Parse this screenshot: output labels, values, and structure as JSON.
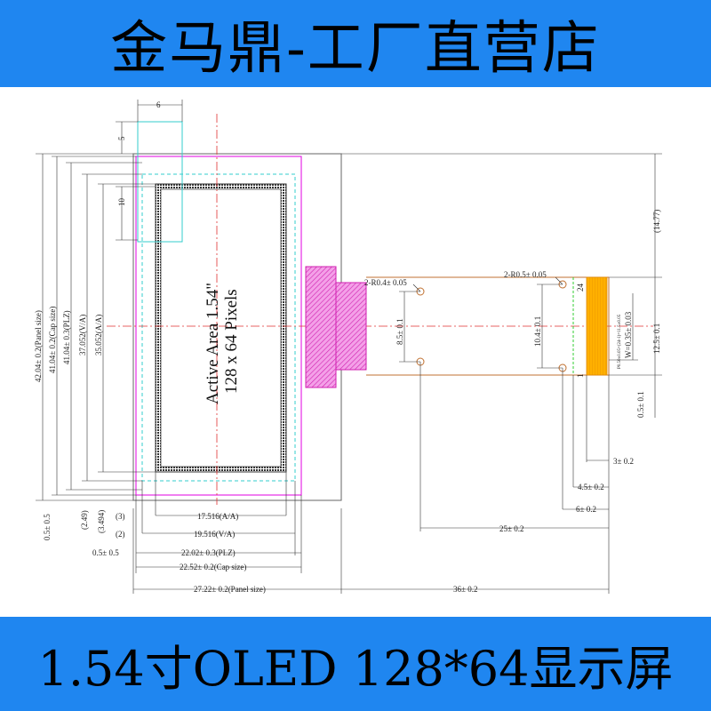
{
  "header": {
    "title": "金马鼎-工厂直营店"
  },
  "footer": {
    "caption": "1.54寸OLED 128*64显示屏"
  },
  "drawing": {
    "active_area_line1": "Active Area 1.54\"",
    "active_area_line2": "128 x 64 Pixels",
    "dims": {
      "d6": "6",
      "d5": "5",
      "d10": "10",
      "panel_h": "42.04± 0.2(Panel size)",
      "cap_h": "41.04± 0.2(Cap size)",
      "plz_h": "41.04± 0.3(PLZ)",
      "va_h": "37.052(V/A)",
      "aa_h": "35.052(A/A)",
      "d05l": "0.5± 0.5",
      "d249": "(2.49)",
      "d3494": "(3.494)",
      "d3": "(3)",
      "d2": "(2)",
      "aa_w": "17.516(A/A)",
      "va_w": "19.516(V/A)",
      "d05b": "0.5± 0.5",
      "plz_w": "22.02± 0.3(PLZ)",
      "cap_w": "22.52± 0.2(Cap size)",
      "panel_w": "27.22± 0.2(Panel size)",
      "fpc_len": "36± 0.2",
      "r04": "2-R0.4± 0.05",
      "r05": "2-R0.5± 0.05",
      "d85": "8.5± 0.1",
      "d104": "10.4± 0.1",
      "pin24": "24",
      "pin1": "1",
      "pitch": "P0.50±0.05×(24-1)=11.5±0.05",
      "w035": "W=0.35± 0.03",
      "d125": "12.5± 0.1",
      "d1477": "(14.77)",
      "d05r": "0.5± 0.1",
      "d3r": "3± 0.2",
      "d45": "4.5± 0.2",
      "d6r": "6± 0.2",
      "d25": "25± 0.2"
    }
  },
  "colors": {
    "banner": "#1f86f0",
    "outline": "#666666",
    "magenta": "#e000e0",
    "cyan": "#33cccc",
    "red_center": "#e03030",
    "fpc_outline": "#c07030",
    "fpc_contacts": "#ffb000",
    "hatch": "#e040c0"
  }
}
